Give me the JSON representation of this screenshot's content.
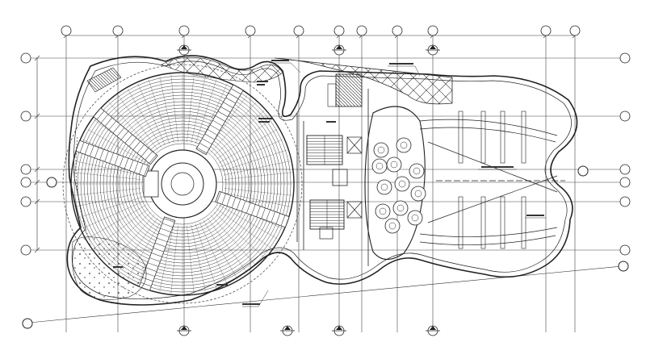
{
  "drawing": {
    "type": "architectural-floor-plan",
    "line_color": "#222222",
    "background": "#ffffff"
  },
  "grid": {
    "vertical_lines": 12,
    "horizontal_lines": 6,
    "balloon_labels_legible": false
  },
  "rooms": {
    "auditorium_rows": 22,
    "round_tables": 12,
    "stair_cores": 2
  }
}
